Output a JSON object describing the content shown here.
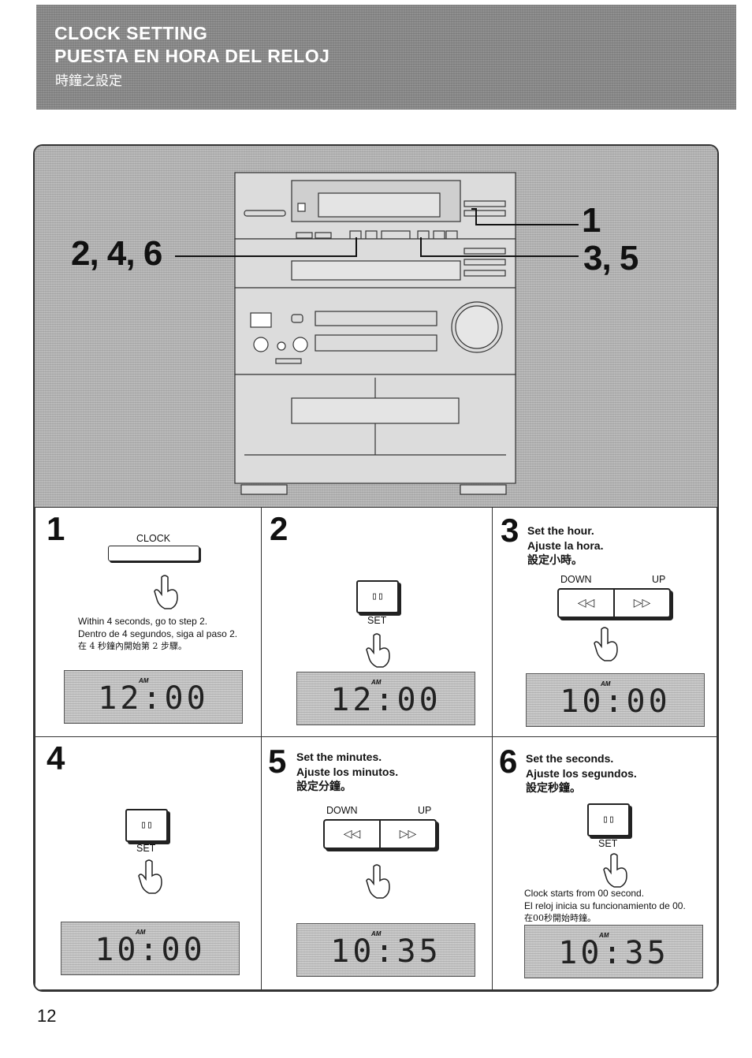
{
  "header": {
    "title_en": "CLOCK SETTING",
    "title_es": "PUESTA EN HORA DEL RELOJ",
    "title_zh": "時鐘之設定"
  },
  "illustration": {
    "callout_left": "2, 4, 6",
    "callout_right_top": "1",
    "callout_right_bottom": "3, 5"
  },
  "steps": [
    {
      "number": "1",
      "button_label": "CLOCK",
      "notes": [
        "Within 4 seconds, go to step 2.",
        "Dentro de 4 segundos, siga al paso 2.",
        "在 4 秒鐘內開始第 2 步驟。"
      ],
      "display": {
        "am": "AM",
        "time": "12:00"
      }
    },
    {
      "number": "2",
      "button_symbol": "▯▯",
      "button_label": "SET",
      "display": {
        "am": "AM",
        "time": "12:00"
      }
    },
    {
      "number": "3",
      "lines": [
        "Set the hour.",
        "Ajuste la hora.",
        "設定小時。"
      ],
      "down_label": "DOWN",
      "up_label": "UP",
      "down_symbol": "◁◁",
      "up_symbol": "▷▷",
      "display": {
        "am": "AM",
        "time": "10:00"
      }
    },
    {
      "number": "4",
      "button_symbol": "▯▯",
      "button_label": "SET",
      "display": {
        "am": "AM",
        "time": "10:00"
      }
    },
    {
      "number": "5",
      "lines": [
        "Set the minutes.",
        "Ajuste los minutos.",
        "設定分鐘。"
      ],
      "down_label": "DOWN",
      "up_label": "UP",
      "down_symbol": "◁◁",
      "up_symbol": "▷▷",
      "display": {
        "am": "AM",
        "time": "10:35"
      }
    },
    {
      "number": "6",
      "lines": [
        "Set the seconds.",
        "Ajuste los segundos.",
        "設定秒鐘。"
      ],
      "button_symbol": "▯▯",
      "button_label": "SET",
      "notes": [
        "Clock starts from 00 second.",
        "El reloj inicia su funcionamiento de 00.",
        "在00秒開始時鐘。"
      ],
      "display": {
        "am": "AM",
        "time": "10:35"
      }
    }
  ],
  "page_number": "12"
}
